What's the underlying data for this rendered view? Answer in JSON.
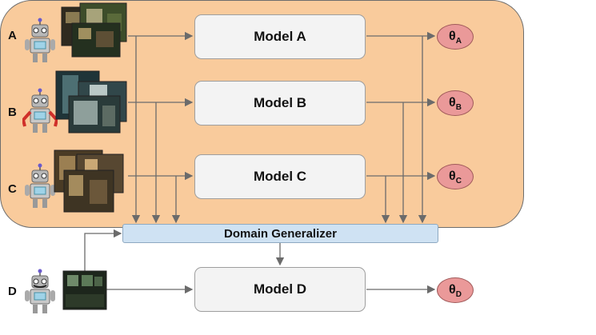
{
  "rows": [
    {
      "letter": "A"
    },
    {
      "letter": "B"
    },
    {
      "letter": "C"
    },
    {
      "letter": "D"
    }
  ],
  "models": {
    "a": "Model A",
    "b": "Model B",
    "c": "Model C",
    "d": "Model D"
  },
  "generalizer": "Domain Generalizer",
  "thetas": {
    "symbol": "θ",
    "a": "A",
    "b": "B",
    "c": "C",
    "d": "D"
  },
  "colors": {
    "panel": "#f9cb9c",
    "model_box": "#f3f3f3",
    "generalizer": "#cfe2f3",
    "theta": "#ea9999",
    "arrows": "#6b6b6b"
  },
  "icons": {
    "robot": "robot-icon",
    "photo": "indoor-scene-photo"
  }
}
